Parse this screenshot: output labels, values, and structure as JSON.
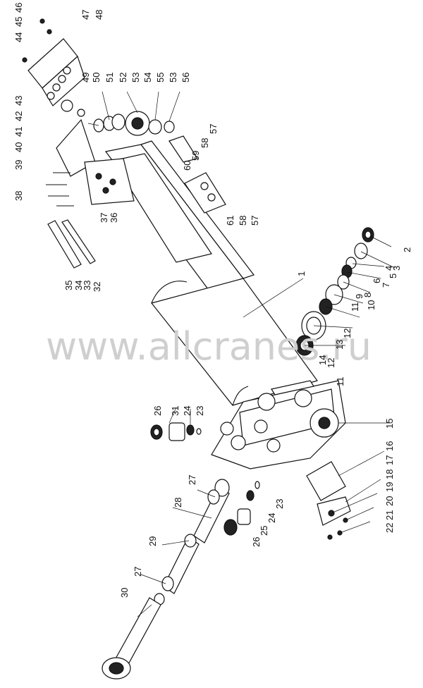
{
  "watermark": "www.allcranes.ru",
  "callouts": {
    "n1": "1",
    "n2": "2",
    "n3": "3",
    "n4": "4",
    "n5": "5",
    "n6": "6",
    "n7": "7",
    "n8": "8",
    "n9": "9",
    "n10": "10",
    "n11a": "11",
    "n11b": "11",
    "n12a": "12",
    "n12b": "12",
    "n13": "13",
    "n14": "14",
    "n15": "15",
    "n16": "16",
    "n17": "17",
    "n18": "18",
    "n19": "19",
    "n20": "20",
    "n21": "21",
    "n22": "22",
    "n23a": "23",
    "n23b": "23",
    "n24a": "24",
    "n24b": "24",
    "n25": "25",
    "n26a": "26",
    "n26b": "26",
    "n27a": "27",
    "n27b": "27",
    "n28": "28",
    "n29": "29",
    "n30": "30",
    "n31": "31",
    "n32": "32",
    "n33": "33",
    "n34": "34",
    "n35": "35",
    "n36": "36",
    "n37": "37",
    "n38": "38",
    "n39": "39",
    "n40": "40",
    "n41": "41",
    "n42": "42",
    "n43": "43",
    "n44": "44",
    "n45": "45",
    "n46": "46",
    "n47": "47",
    "n48": "48",
    "n49": "49",
    "n50": "50",
    "n51": "51",
    "n52": "52",
    "n53a": "53",
    "n53b": "53",
    "n54": "54",
    "n55": "55",
    "n56": "56",
    "n57a": "57",
    "n57b": "57",
    "n58a": "58",
    "n58b": "58",
    "n59": "59",
    "n60": "60",
    "n61": "61"
  }
}
